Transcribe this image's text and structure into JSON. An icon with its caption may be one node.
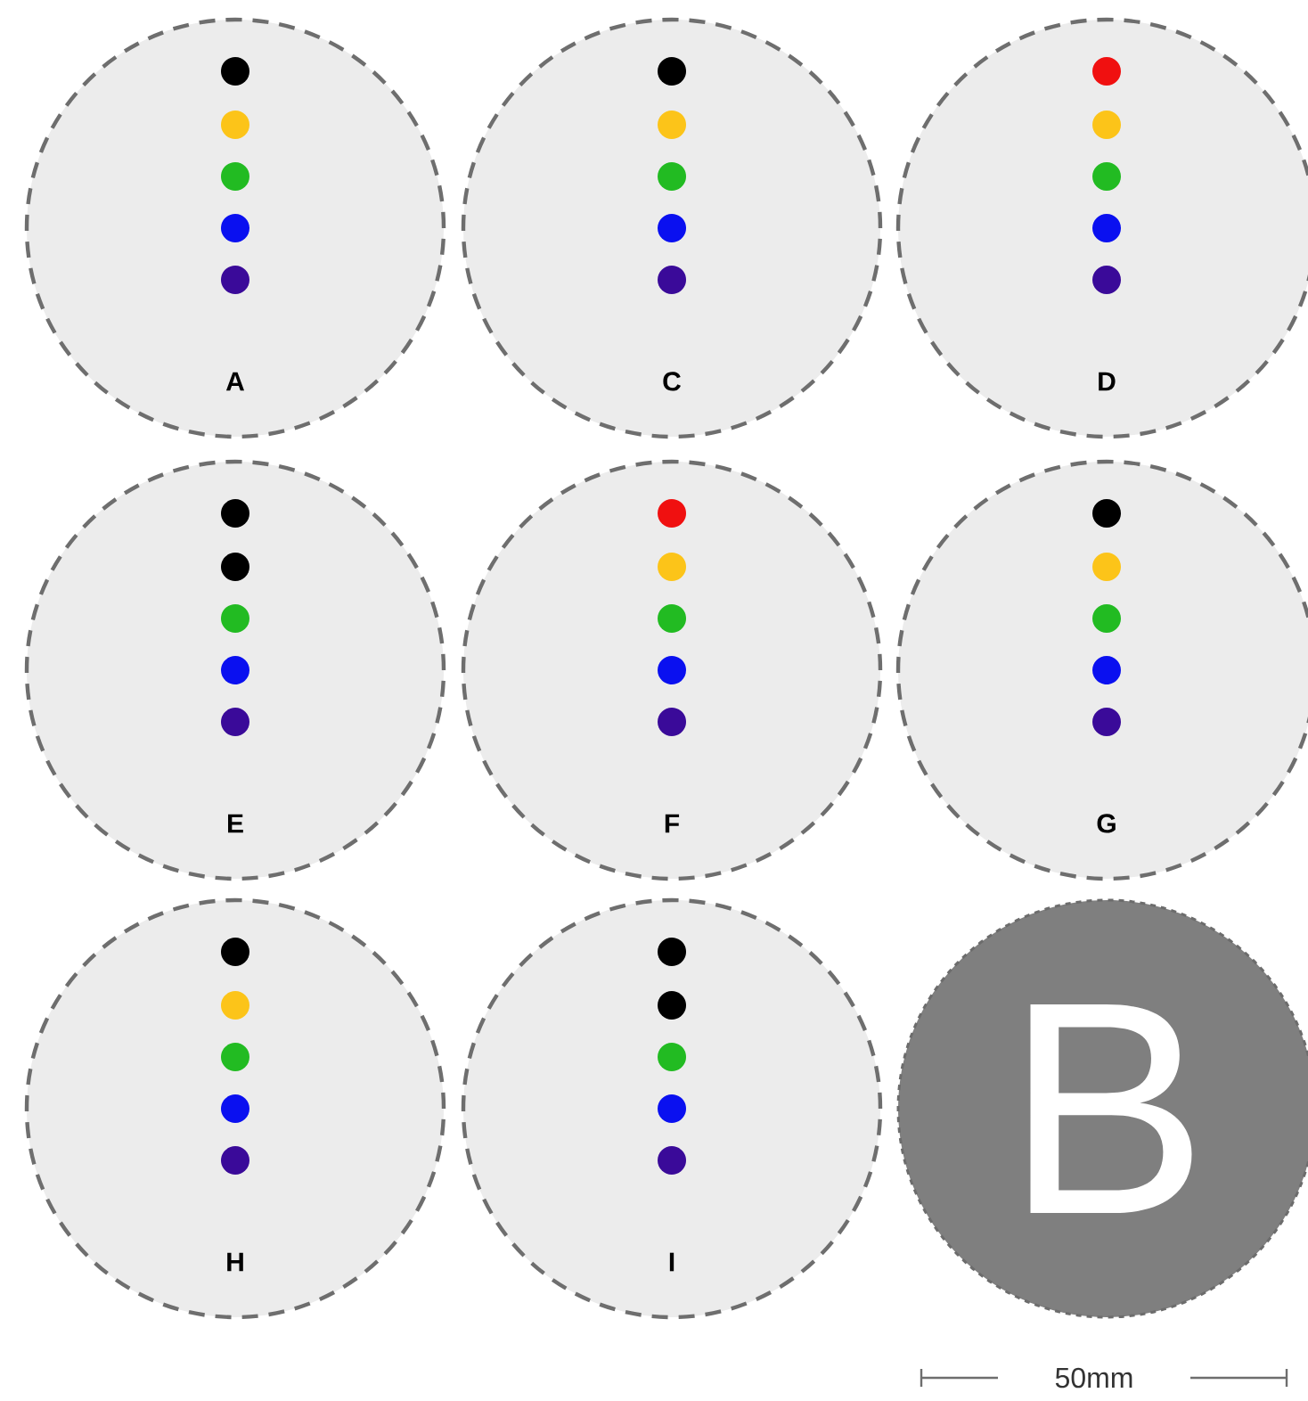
{
  "diagram": {
    "nodes": [
      {
        "text": [
          "A"
        ]
      },
      {
        "text": [
          "C"
        ]
      },
      {
        "text": [
          "D"
        ]
      },
      {
        "text": [
          "E"
        ]
      },
      {
        "text": [
          "F"
        ]
      },
      {
        "text": [
          "G"
        ]
      },
      {
        "text": [
          "H"
        ]
      },
      {
        "text": [
          "I"
        ]
      },
      {
        "text": [
          "B"
        ]
      }
    ],
    "labels": [
      "50mm"
    ]
  }
}
